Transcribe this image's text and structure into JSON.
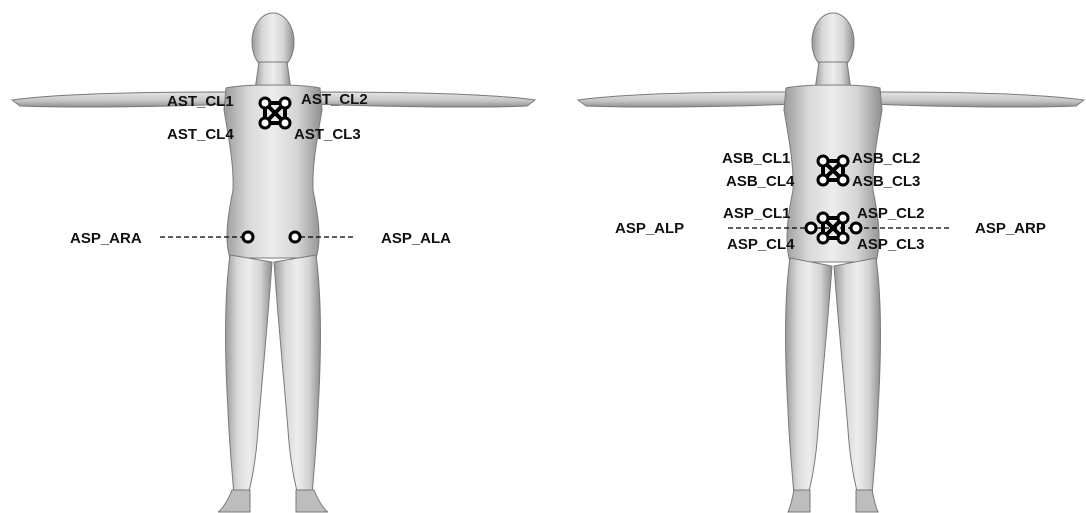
{
  "figures": [
    {
      "view": "front",
      "sensor_labels": {
        "cl1": "AST_CL1",
        "cl2": "AST_CL2",
        "cl3": "AST_CL3",
        "cl4": "AST_CL4",
        "left_hip": "ASP_ARA",
        "right_hip": "ASP_ALA"
      }
    },
    {
      "view": "back",
      "upper_labels": {
        "cl1": "ASB_CL1",
        "cl2": "ASB_CL2",
        "cl3": "ASB_CL3",
        "cl4": "ASB_CL4"
      },
      "lower_labels": {
        "cl1": "ASP_CL1",
        "cl2": "ASP_CL2",
        "cl3": "ASP_CL3",
        "cl4": "ASP_CL4"
      },
      "side_labels": {
        "left": "ASP_ALP",
        "right": "ASP_ARP"
      }
    }
  ],
  "colors": {
    "body_light": "#ececec",
    "body_mid": "#c8c8c8",
    "body_dark": "#8c8c8c",
    "marker_stroke": "#000000"
  }
}
